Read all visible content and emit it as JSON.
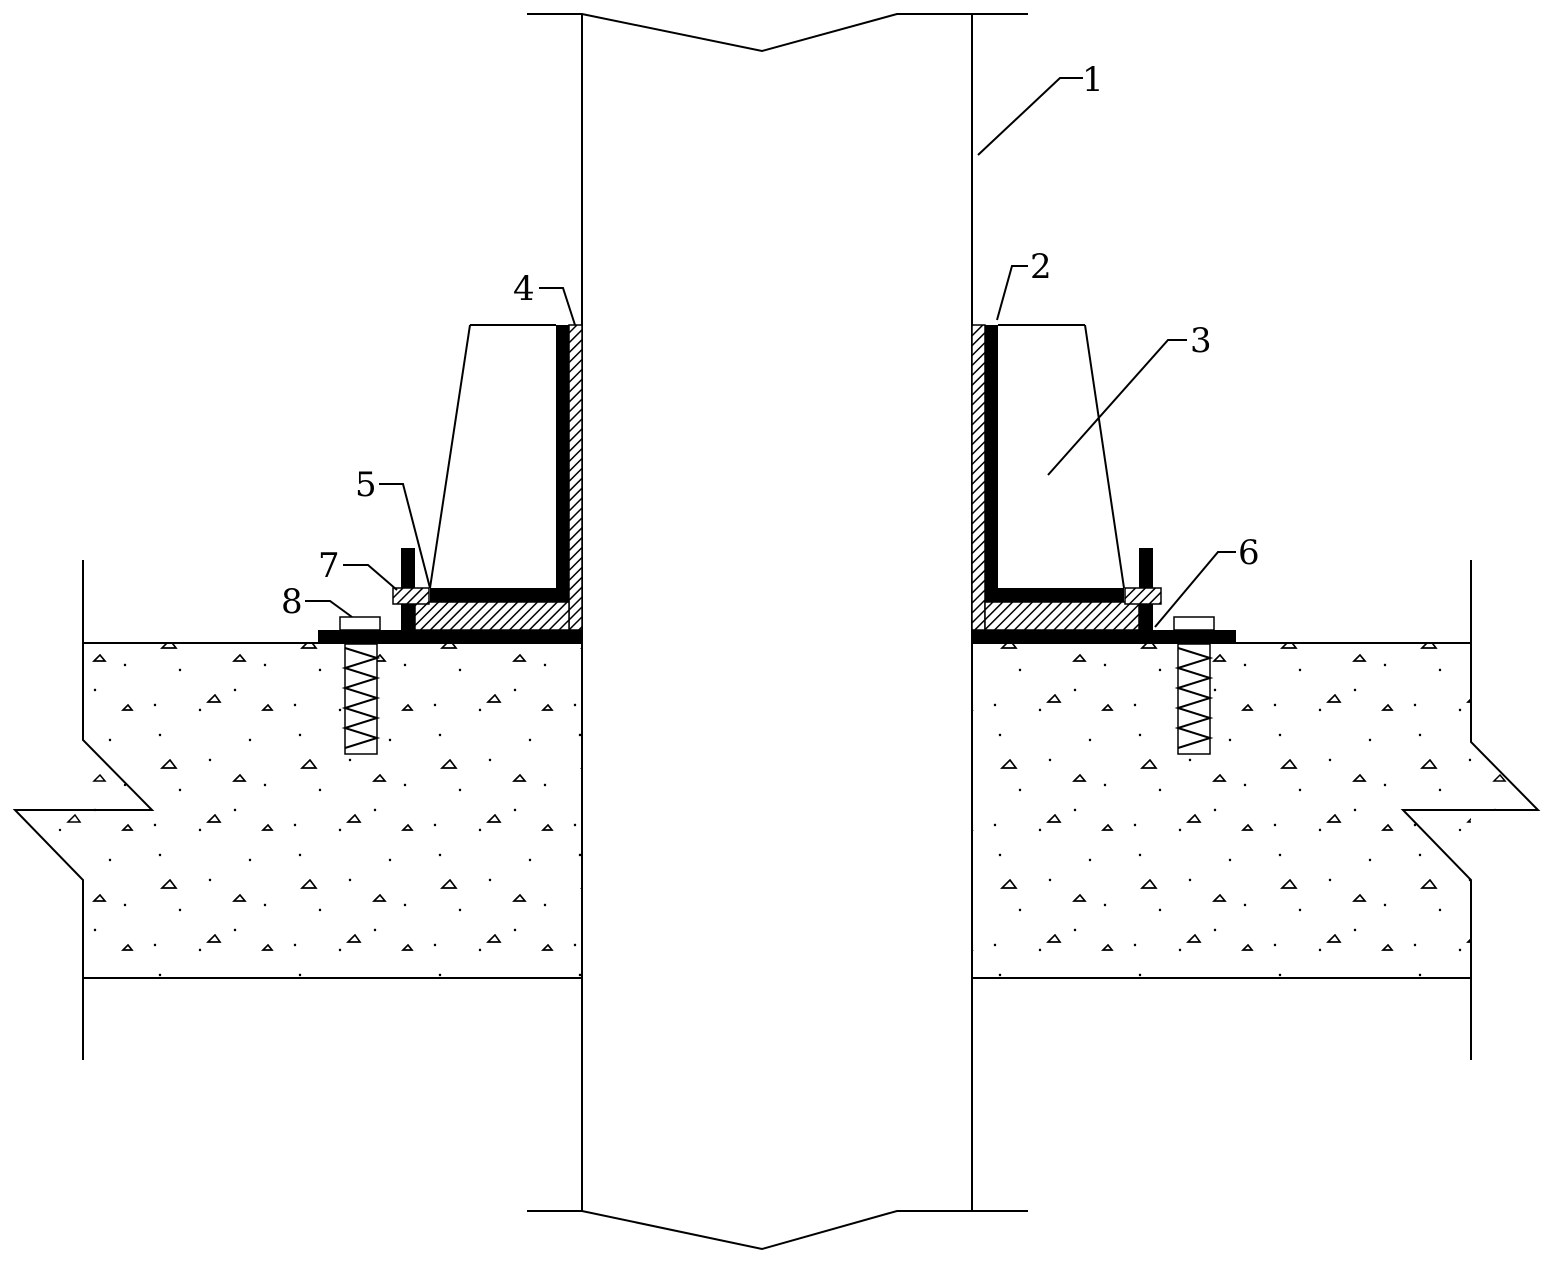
{
  "figure": {
    "labels": [
      {
        "id": "1",
        "text": "1",
        "part": "pipe"
      },
      {
        "id": "2",
        "text": "2",
        "part": "angle-steel-right"
      },
      {
        "id": "3",
        "text": "3",
        "part": "waterproof-fill"
      },
      {
        "id": "4",
        "text": "4",
        "part": "sealing-strip-left"
      },
      {
        "id": "5",
        "text": "5",
        "part": "left-bottom-seal"
      },
      {
        "id": "6",
        "text": "6",
        "part": "base-plate-right"
      },
      {
        "id": "7",
        "text": "7",
        "part": "left-small-seal"
      },
      {
        "id": "8",
        "text": "8",
        "part": "anchor-bolt-left"
      }
    ]
  },
  "colors": {
    "line": "#000000",
    "background": "#ffffff"
  }
}
